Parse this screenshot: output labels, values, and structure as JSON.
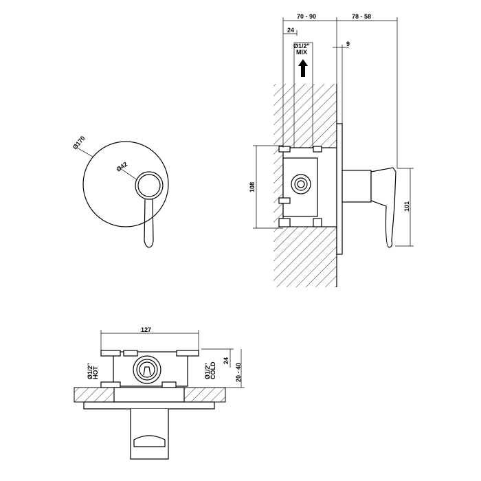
{
  "front_view": {
    "outer_diameter": "Ø170",
    "inner_diameter": "Ø42"
  },
  "side_view": {
    "depth_range": "70 - 90",
    "handle_range": "78 - 58",
    "inlet_offset": "24",
    "plate_thickness": "9",
    "outlet_label_1": "Ø1/2\"",
    "outlet_label_2": "MIX",
    "box_height": "108",
    "handle_height": "101"
  },
  "bottom_view": {
    "width": "127",
    "hot_label_1": "Ø1/2\"",
    "hot_label_2": "HOT",
    "cold_label_1": "Ø1/2\"",
    "cold_label_2": "COLD",
    "inlet_height": "24",
    "wall_range": "20 - 40"
  },
  "colors": {
    "line": "#000000",
    "background": "#ffffff"
  }
}
